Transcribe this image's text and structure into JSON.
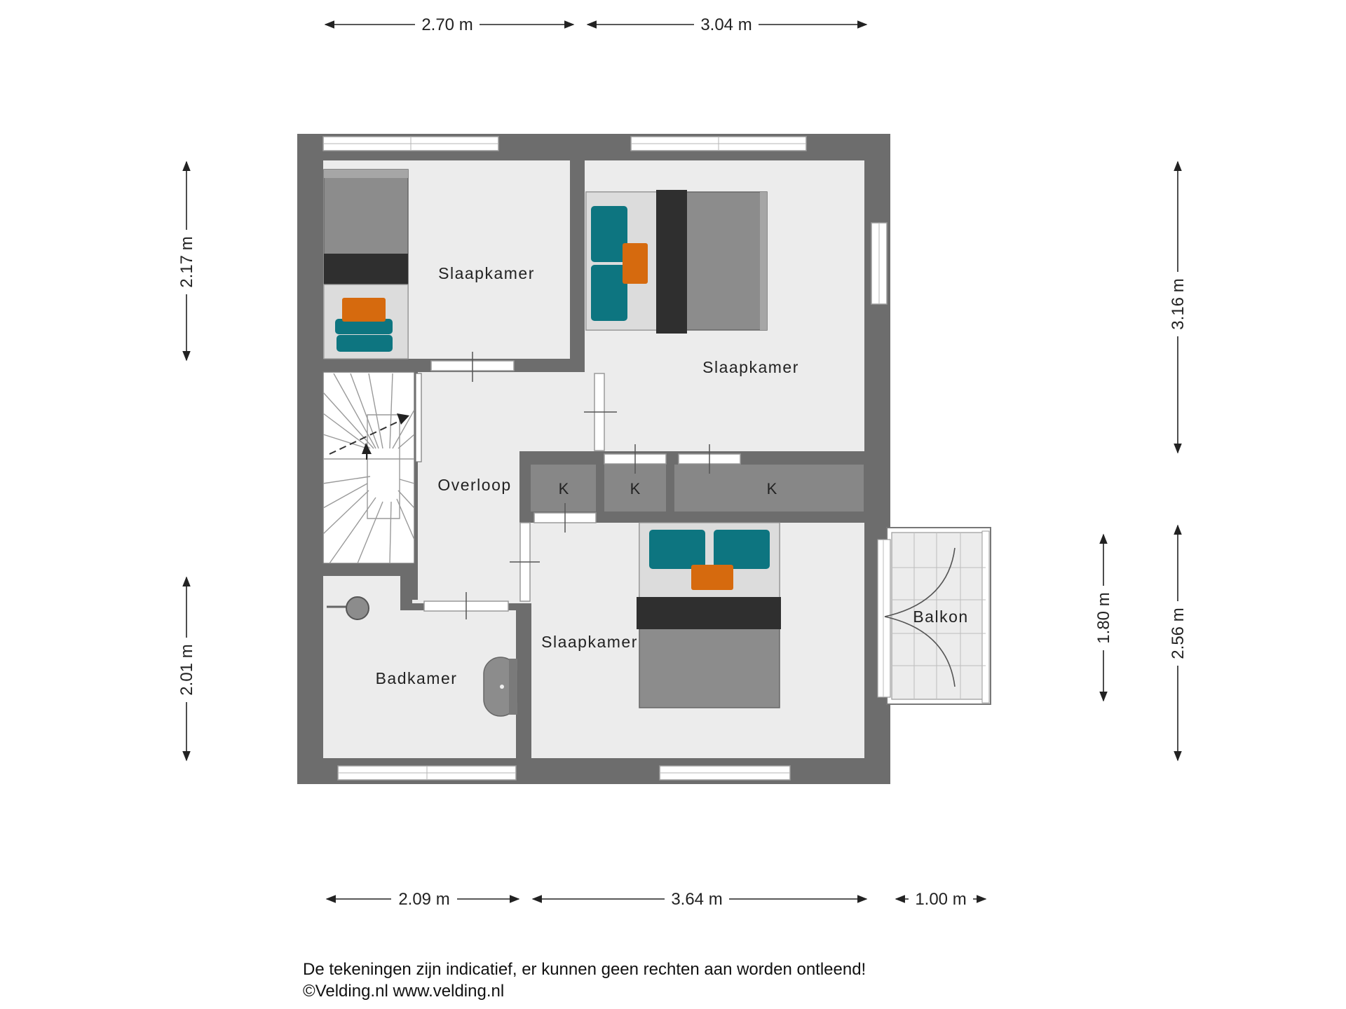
{
  "rooms": {
    "bedroom_top_left": "Slaapkamer",
    "bedroom_top_right": "Slaapkamer",
    "bedroom_bottom": "Slaapkamer",
    "landing": "Overloop",
    "bathroom": "Badkamer",
    "balcony": "Balkon",
    "closet_1": "K",
    "closet_2": "K",
    "closet_3": "K"
  },
  "dimensions": {
    "top_left": "2.70 m",
    "top_right": "3.04 m",
    "left_upper": "2.17 m",
    "left_lower": "2.01 m",
    "right_upper": "3.16 m",
    "right_lower": "2.56 m",
    "balcony_height": "1.80 m",
    "bottom_left": "2.09 m",
    "bottom_mid": "3.64 m",
    "bottom_right": "1.00 m"
  },
  "footer": {
    "disclaimer": "De tekeningen zijn indicatief, er kunnen geen rechten aan worden ontleend!",
    "credit": "©Velding.nl www.velding.nl"
  },
  "colors": {
    "wall": "#6d6d6d",
    "floor": "#ececec",
    "closet": "#878787",
    "pillow_teal": "#0d7580",
    "pillow_orange": "#d66a0e",
    "bed_grey": "#8c8c8c",
    "bed_band": "#2f2f2f"
  }
}
